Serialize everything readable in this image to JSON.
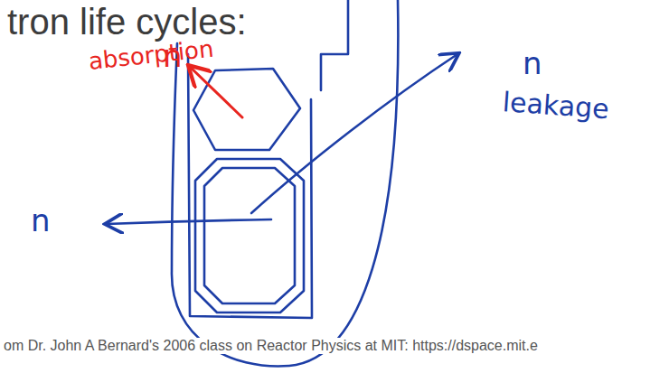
{
  "diagram": {
    "title": "tron life cycles:",
    "caption": "om Dr. John A Bernard's 2006 class on Reactor Physics at MIT: https://dspace.mit.e",
    "labels": [
      "absorption",
      "n",
      "n",
      "n",
      "leakage"
    ]
  }
}
